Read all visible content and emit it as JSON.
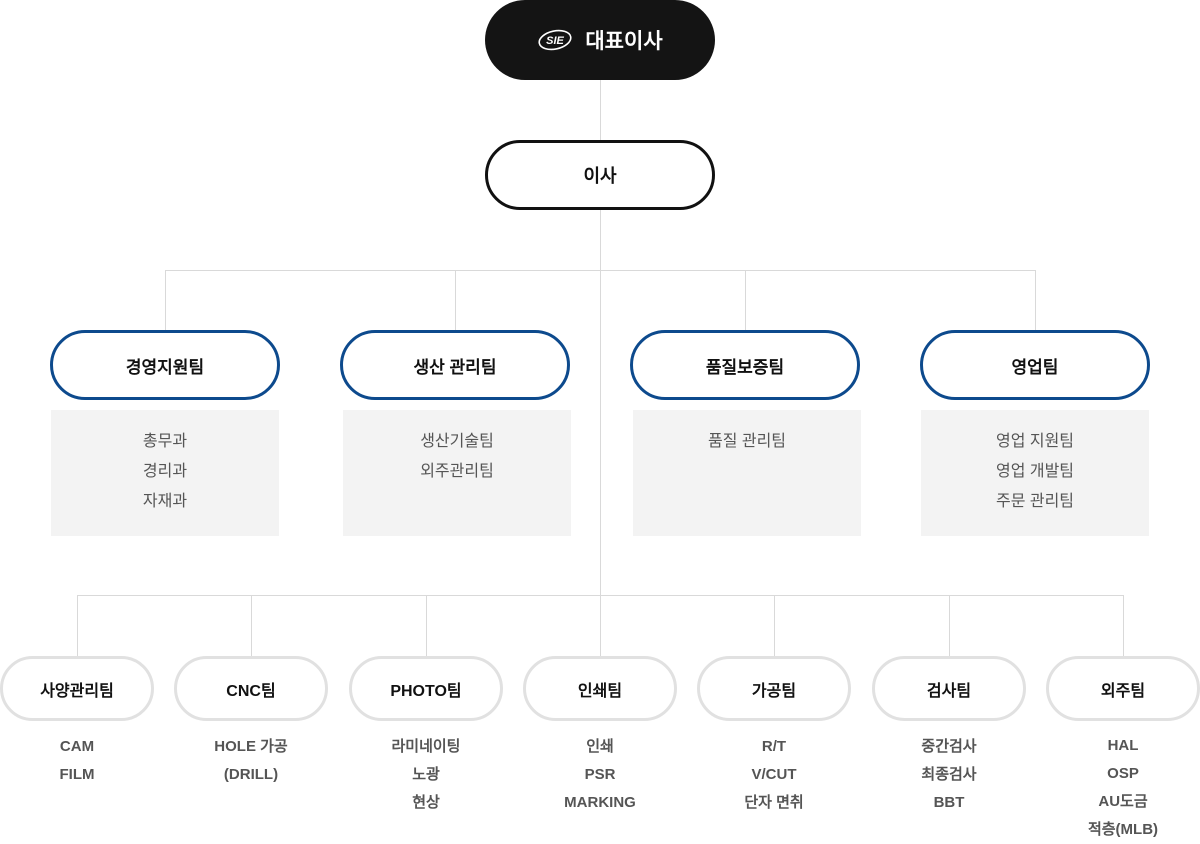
{
  "ceo": {
    "logo": "SIE",
    "label": "대표이사"
  },
  "director": {
    "label": "이사"
  },
  "teams": [
    {
      "name": "경영지원팀",
      "sub": [
        "총무과",
        "경리과",
        "자재과"
      ]
    },
    {
      "name": "생산 관리팀",
      "sub": [
        "생산기술팀",
        "외주관리팀"
      ]
    },
    {
      "name": "품질보증팀",
      "sub": [
        "품질 관리팀"
      ]
    },
    {
      "name": "영업팀",
      "sub": [
        "영업 지원팀",
        "영업 개발팀",
        "주문 관리팀"
      ]
    }
  ],
  "units": [
    {
      "name": "사양관리팀",
      "sub": [
        "CAM",
        "FILM"
      ]
    },
    {
      "name": "CNC팀",
      "sub": [
        "HOLE 가공",
        "(DRILL)"
      ]
    },
    {
      "name": "PHOTO팀",
      "sub": [
        "라미네이팅",
        "노광",
        "현상"
      ]
    },
    {
      "name": "인쇄팀",
      "sub": [
        "인쇄",
        "PSR",
        "MARKING"
      ]
    },
    {
      "name": "가공팀",
      "sub": [
        "R/T",
        "V/CUT",
        "단자 면취"
      ]
    },
    {
      "name": "검사팀",
      "sub": [
        "중간검사",
        "최종검사",
        "BBT"
      ]
    },
    {
      "name": "외주팀",
      "sub": [
        "HAL",
        "OSP",
        "AU도금",
        "적층(MLB)"
      ]
    }
  ],
  "colors": {
    "ceo_bg": "#141414",
    "team_border": "#0d4a8d",
    "unit_border": "#e1e1e1",
    "line": "#d9d9d9",
    "box_bg": "#f3f3f3"
  }
}
